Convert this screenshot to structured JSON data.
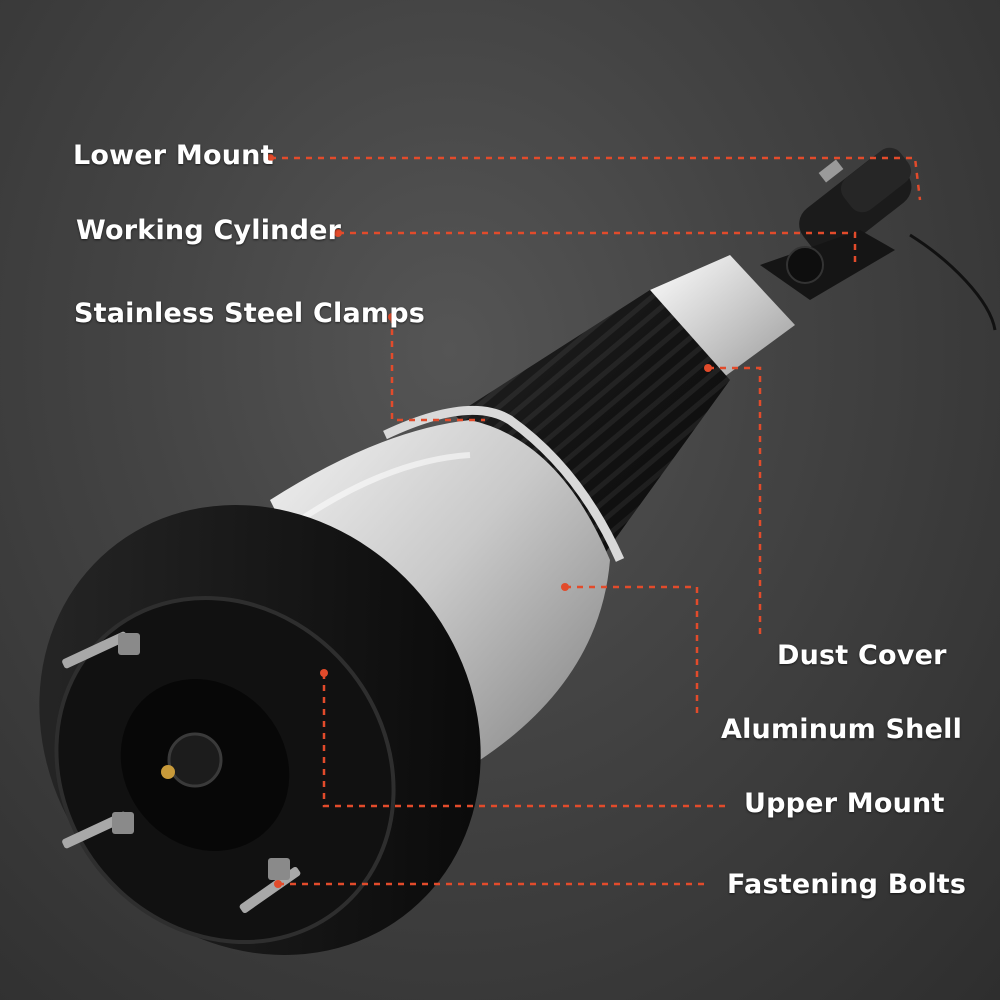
{
  "accent_color": "#e24b2b",
  "labels": {
    "lower_mount": "Lower Mount",
    "working_cylinder": "Working Cylinder",
    "stainless_steel_clamps": "Stainless Steel Clamps",
    "dust_cover": "Dust Cover",
    "aluminum_shell": "Aluminum Shell",
    "upper_mount": "Upper Mount",
    "fastening_bolts": "Fastening Bolts"
  }
}
